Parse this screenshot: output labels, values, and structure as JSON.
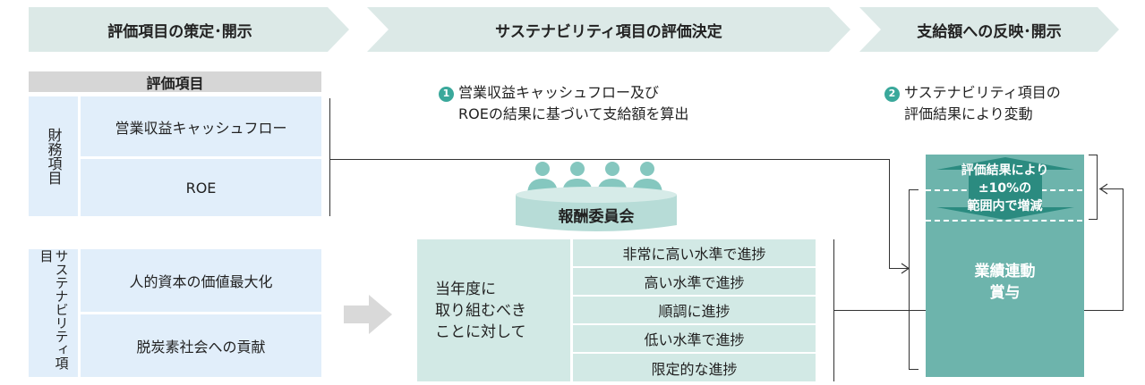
{
  "header": {
    "step1": "評価項目の策定･開示",
    "step2": "サステナビリティ項目の評価決定",
    "step3": "支給額への反映･開示"
  },
  "left_table": {
    "title": "評価項目",
    "financial_group": "財務項目",
    "financial_items": [
      "営業収益キャッシュフロー",
      "ROE"
    ],
    "sustainability_group": "サステナビリティ項目",
    "sustainability_items": [
      "人的資本の価値最大化",
      "脱炭素社会への貢献"
    ]
  },
  "note1": {
    "number": "1",
    "line1": "営業収益キャッシュフロー及び",
    "line2": "ROEの結果に基づいて支給額を算出"
  },
  "note2": {
    "number": "2",
    "line1": "サステナビリティ項目の",
    "line2": "評価結果により変動"
  },
  "committee": {
    "label": "報酬委員会"
  },
  "evaluation": {
    "subject_lines": [
      "当年度に",
      "取り組むべき",
      "ことに対して"
    ],
    "levels": [
      "非常に高い水準で進捗",
      "高い水準で進捗",
      "順調に進捗",
      "低い水準で進捗",
      "限定的な進捗"
    ]
  },
  "bonus": {
    "adjust_lines": [
      "評価結果により",
      "±10%の",
      "範囲内で増減"
    ],
    "label_lines": [
      "業績連動",
      "賞与"
    ]
  },
  "colors": {
    "chevron": "#dce9e7",
    "teal": "#6db4ac",
    "teal_dark": "#2b8b80",
    "light_blue": "#e1eefa",
    "light_teal": "#d2e9e5",
    "header_gray": "#d6d6d6",
    "person": "#85c7bf"
  }
}
